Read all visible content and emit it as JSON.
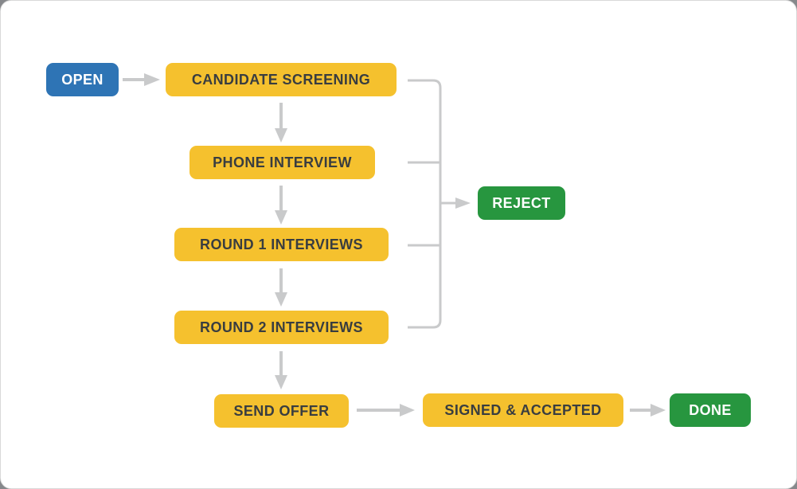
{
  "diagram": {
    "description": "Hiring pipeline workflow diagram",
    "nodes": [
      {
        "id": "open",
        "label": "OPEN",
        "type": "start"
      },
      {
        "id": "candidate-screening",
        "label": "CANDIDATE SCREENING",
        "type": "stage"
      },
      {
        "id": "phone-interview",
        "label": "PHONE INTERVIEW",
        "type": "stage"
      },
      {
        "id": "round-1-interviews",
        "label": "ROUND 1 INTERVIEWS",
        "type": "stage"
      },
      {
        "id": "round-2-interviews",
        "label": "ROUND 2 INTERVIEWS",
        "type": "stage"
      },
      {
        "id": "send-offer",
        "label": "SEND OFFER",
        "type": "stage"
      },
      {
        "id": "signed-accepted",
        "label": "SIGNED & ACCEPTED",
        "type": "stage"
      },
      {
        "id": "reject",
        "label": "REJECT",
        "type": "terminal"
      },
      {
        "id": "done",
        "label": "DONE",
        "type": "terminal"
      }
    ],
    "edges": [
      {
        "from": "OPEN",
        "to": "CANDIDATE SCREENING"
      },
      {
        "from": "CANDIDATE SCREENING",
        "to": "PHONE INTERVIEW"
      },
      {
        "from": "PHONE INTERVIEW",
        "to": "ROUND 1 INTERVIEWS"
      },
      {
        "from": "ROUND 1 INTERVIEWS",
        "to": "ROUND 2 INTERVIEWS"
      },
      {
        "from": "ROUND 2 INTERVIEWS",
        "to": "SEND OFFER"
      },
      {
        "from": "SEND OFFER",
        "to": "SIGNED & ACCEPTED"
      },
      {
        "from": "SIGNED & ACCEPTED",
        "to": "DONE"
      },
      {
        "from": "CANDIDATE SCREENING",
        "to": "REJECT"
      },
      {
        "from": "PHONE INTERVIEW",
        "to": "REJECT"
      },
      {
        "from": "ROUND 1 INTERVIEWS",
        "to": "REJECT"
      },
      {
        "from": "ROUND 2 INTERVIEWS",
        "to": "REJECT"
      }
    ],
    "colors": {
      "start_fill": "#2e74b5",
      "stage_fill": "#f5c12e",
      "terminal_fill": "#27963f",
      "stage_text": "#393d40",
      "light_text": "#ffffff",
      "connector": "#c9cacb",
      "canvas_background": "#ffffff"
    }
  }
}
